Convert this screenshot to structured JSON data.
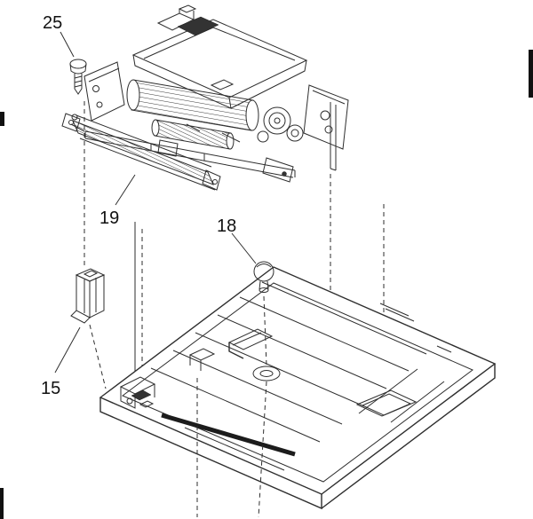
{
  "figure": {
    "type": "exploded-parts-diagram",
    "background_color": "#ffffff",
    "line_color": "#2e2e2e",
    "label_color": "#111111"
  },
  "callouts": [
    {
      "label": "25"
    },
    {
      "label": "19"
    },
    {
      "label": "18"
    },
    {
      "label": "15"
    }
  ]
}
